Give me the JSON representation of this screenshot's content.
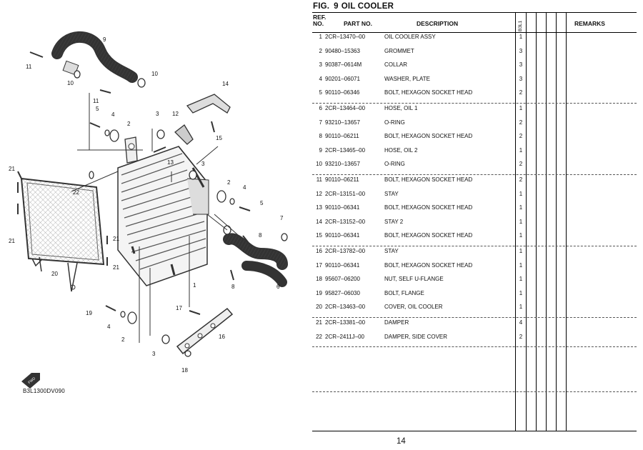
{
  "figure": {
    "label": "FIG.",
    "number": "9",
    "title": "OIL COOLER",
    "diagram_code": "B3L1300DV090",
    "page_number": "14"
  },
  "headers": {
    "ref_line1": "REF.",
    "ref_line2": "NO.",
    "part_no": "PART NO.",
    "description": "DESCRIPTION",
    "model": "B3L1",
    "remarks": "REMARKS"
  },
  "callouts": [
    "1",
    "2",
    "3",
    "4",
    "5",
    "6",
    "7",
    "8",
    "9",
    "10",
    "11",
    "12",
    "13",
    "14",
    "15",
    "16",
    "17",
    "18",
    "19",
    "20",
    "21",
    "22"
  ],
  "parts": [
    {
      "ref": "1",
      "part_no": "2CR–13470–00",
      "description": "OIL COOLER ASSY",
      "qty": "1"
    },
    {
      "ref": "2",
      "part_no": "90480–15363",
      "description": "GROMMET",
      "qty": "3"
    },
    {
      "ref": "3",
      "part_no": "90387–0614M",
      "description": "COLLAR",
      "qty": "3"
    },
    {
      "ref": "4",
      "part_no": "90201–06071",
      "description": "WASHER, PLATE",
      "qty": "3"
    },
    {
      "ref": "5",
      "part_no": "90110–06346",
      "description": "BOLT, HEXAGON SOCKET HEAD",
      "qty": "2"
    },
    {
      "ref": "6",
      "part_no": "2CR–13464–00",
      "description": "HOSE, OIL 1",
      "qty": "1"
    },
    {
      "ref": "7",
      "part_no": "93210–13657",
      "description": "O-RING",
      "qty": "2"
    },
    {
      "ref": "8",
      "part_no": "90110–06211",
      "description": "BOLT, HEXAGON SOCKET HEAD",
      "qty": "2"
    },
    {
      "ref": "9",
      "part_no": "2CR–13465–00",
      "description": "HOSE, OIL 2",
      "qty": "1"
    },
    {
      "ref": "10",
      "part_no": "93210–13657",
      "description": "O-RING",
      "qty": "2"
    },
    {
      "ref": "11",
      "part_no": "90110–06211",
      "description": "BOLT, HEXAGON SOCKET HEAD",
      "qty": "2"
    },
    {
      "ref": "12",
      "part_no": "2CR–13151–00",
      "description": "STAY",
      "qty": "1"
    },
    {
      "ref": "13",
      "part_no": "90110–06341",
      "description": "BOLT, HEXAGON SOCKET HEAD",
      "qty": "1"
    },
    {
      "ref": "14",
      "part_no": "2CR–13152–00",
      "description": "STAY 2",
      "qty": "1"
    },
    {
      "ref": "15",
      "part_no": "90110–06341",
      "description": "BOLT, HEXAGON SOCKET HEAD",
      "qty": "1"
    },
    {
      "ref": "16",
      "part_no": "2CR–13782–00",
      "description": "STAY",
      "qty": "1"
    },
    {
      "ref": "17",
      "part_no": "90110–06341",
      "description": "BOLT, HEXAGON SOCKET HEAD",
      "qty": "1"
    },
    {
      "ref": "18",
      "part_no": "95607–06200",
      "description": "NUT, SELF U-FLANGE",
      "qty": "1"
    },
    {
      "ref": "19",
      "part_no": "95827–06030",
      "description": "BOLT, FLANGE",
      "qty": "1"
    },
    {
      "ref": "20",
      "part_no": "2CR–13463–00",
      "description": "COVER, OIL COOLER",
      "qty": "1"
    },
    {
      "ref": "21",
      "part_no": "2CR–13381–00",
      "description": "DAMPER",
      "qty": "4"
    },
    {
      "ref": "22",
      "part_no": "2CR–2411J–00",
      "description": "DAMPER, SIDE COVER",
      "qty": "2"
    }
  ]
}
